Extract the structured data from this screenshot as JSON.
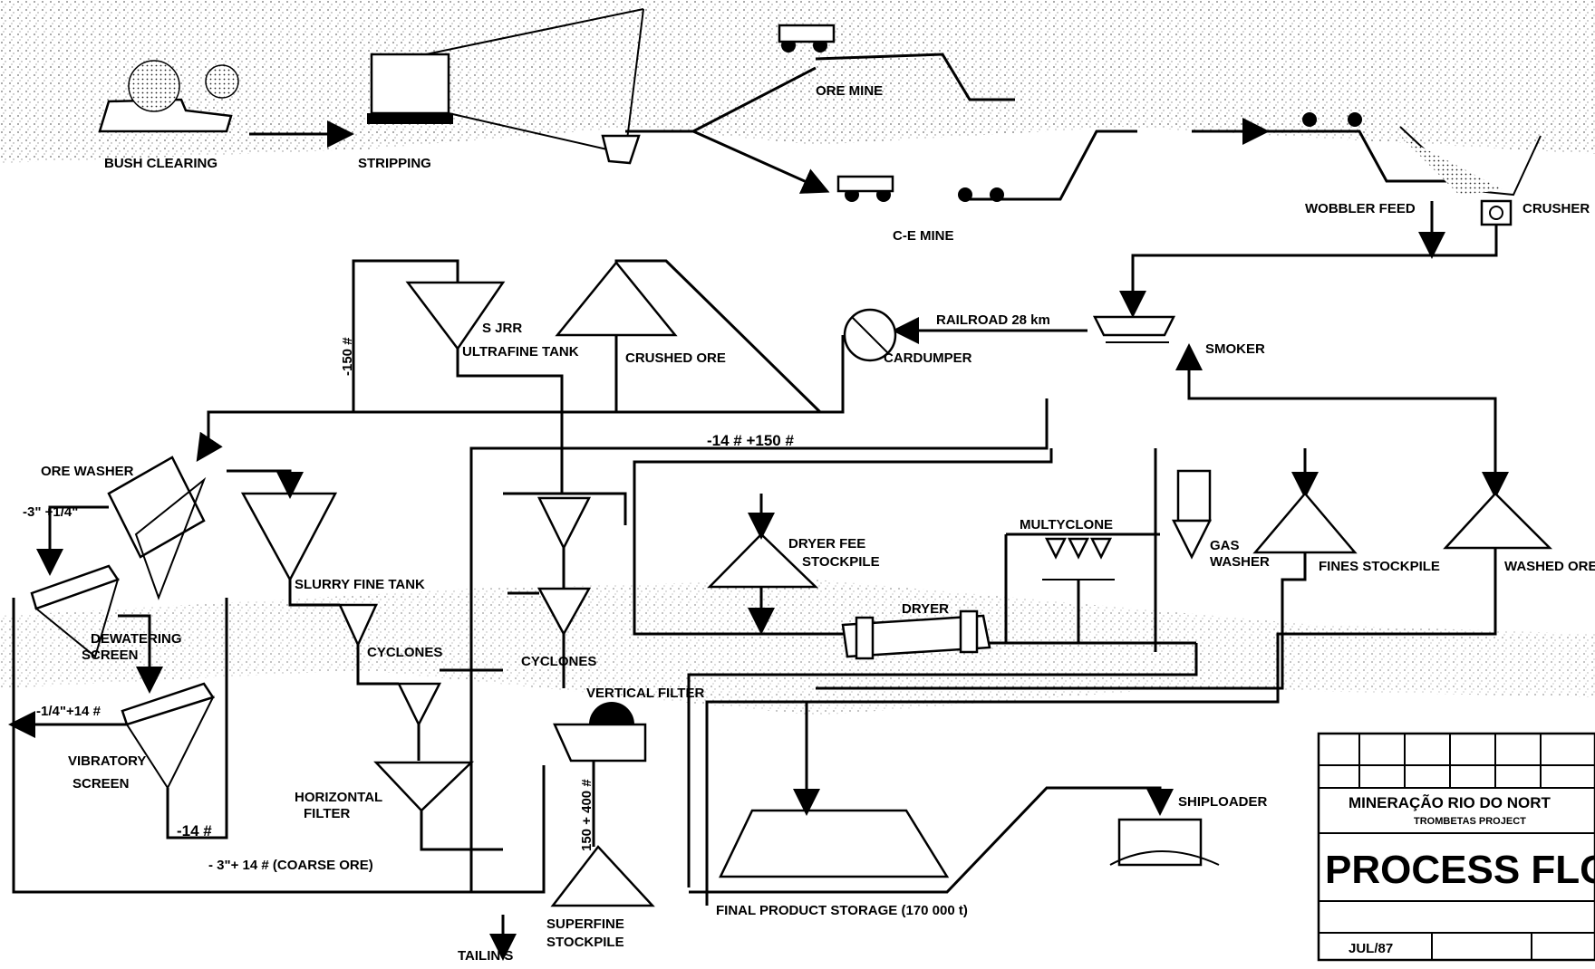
{
  "labels": {
    "bush_clearing": "BUSH CLEARING",
    "stripping": "STRIPPING",
    "ore_mine_top": "ORE MINE",
    "ore_mine_bottom": "C-E MINE",
    "wobbler_feed": "WOBBLER FEED",
    "crusher": "CRUSHER",
    "railroad": "RAILROAD 28 km",
    "cardumper": "CARDUMPER",
    "smoker": "SMOKER",
    "slurry_ultrafine_a": "S JRR",
    "slurry_ultrafine_b": "ULTRAFINE TANK",
    "crushed_ore": "CRUSHED ORE",
    "minus150": "-150 #",
    "ore_washer": "ORE WASHER",
    "size_3_14": "-3\" +1/4\"",
    "size_14_150": "-14 # +150 #",
    "dewatering_a": "DEWATERING",
    "dewatering_b": "SCREEN",
    "slurry_fine_tank": "SLURRY FINE TANK",
    "cyclones_left": "CYCLONES",
    "cyclones_mid": "CYCLONES",
    "dryer_feed_a": "DRYER FEE",
    "dryer_feed_b": "STOCKPILE",
    "multyclone": "MULTYCLONE",
    "gas_washer_a": "GAS",
    "gas_washer_b": "WASHER",
    "fines_stockpile": "FINES STOCKPILE",
    "washed_ore": "WASHED ORE",
    "dryer": "DRYER",
    "vertical_filter": "VERTICAL FILTER",
    "vibratory_a": "VIBRATORY",
    "vibratory_b": "SCREEN",
    "size_14_left": "-1/4\"+14 #",
    "minus14": "-14 #",
    "horizontal_a": "HORIZONTAL",
    "horizontal_b": "FILTER",
    "coarse_ore": "- 3\"+ 14 # (COARSE ORE)",
    "size_150_400": "150 + 400 #",
    "superfine_a": "SUPERFINE",
    "superfine_b": "STOCKPILE",
    "tailings": "TAILIN S",
    "final_storage": "FINAL PRODUCT STORAGE (170 000 t)",
    "shiploader": "SHIPLOADER"
  },
  "title_block": {
    "company": "MINERAÇÃO RIO DO NORT",
    "project": "TROMBETAS PROJECT",
    "title": "PROCESS FLOWS",
    "date": "JUL/87"
  }
}
